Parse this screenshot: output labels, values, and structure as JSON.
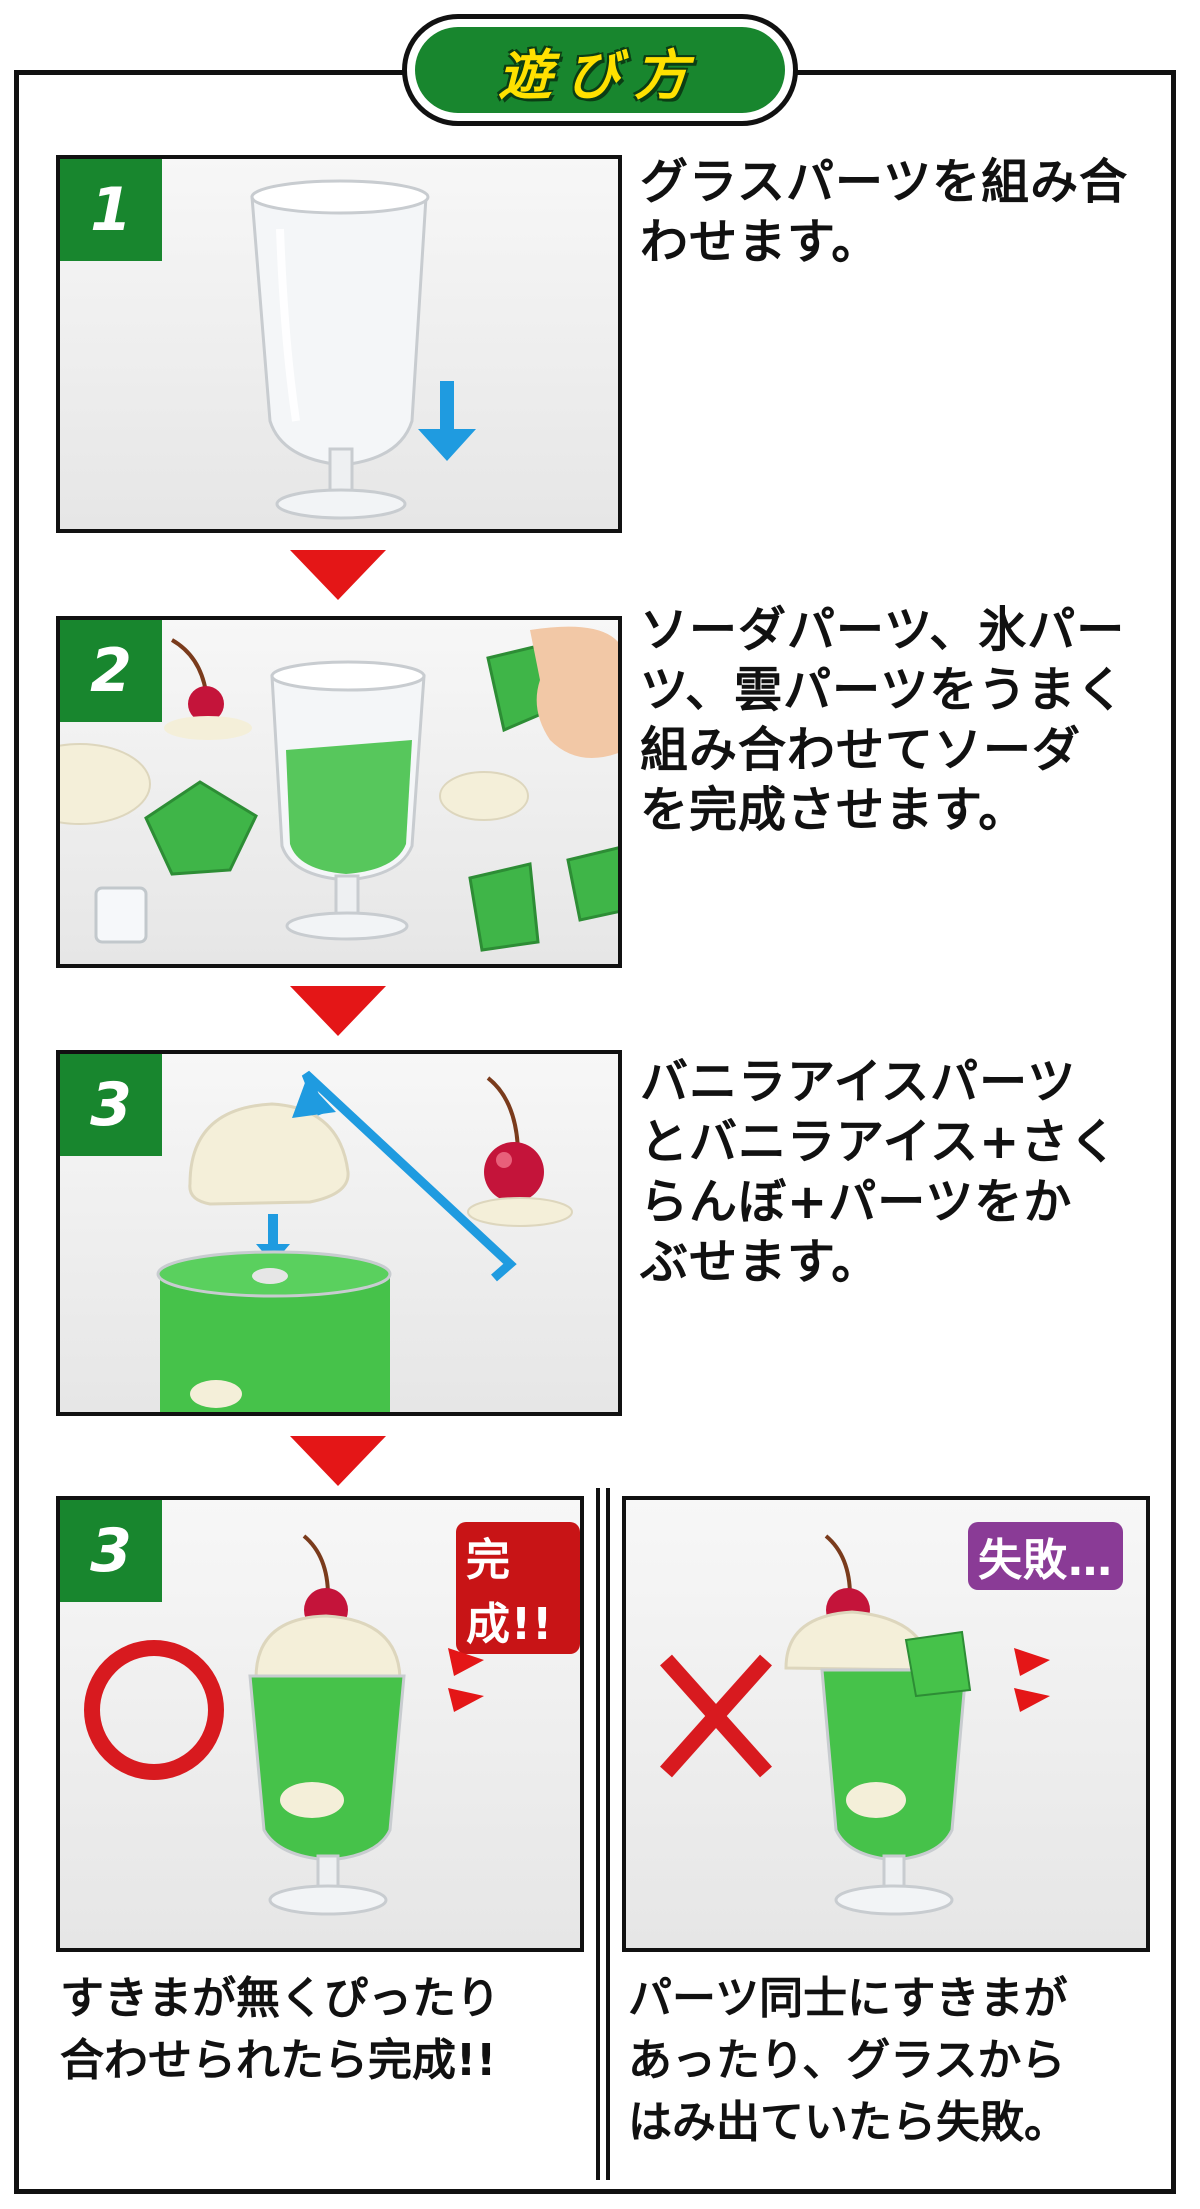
{
  "header": {
    "title": "遊び方"
  },
  "steps": [
    {
      "number": "1",
      "text": "グラスパーツを組み合\nわせます。"
    },
    {
      "number": "2",
      "text": "ソーダパーツ、氷パー\nツ、雲パーツをうまく\n組み合わせてソーダ\nを完成させます。"
    },
    {
      "number": "3",
      "text": "バニラアイスパーツ\nとバニラアイス+さく\nらんぼ+パーツをか\nぶせます。"
    }
  ],
  "result": {
    "number": "3",
    "success": {
      "tag": "完成!!",
      "caption": "すきまが無くぴったり\n合わせられたら完成!!"
    },
    "failure": {
      "tag": "失敗…",
      "caption": "パーツ同士にすきまが\nあったり、グラスから\nはみ出ていたら失敗。"
    }
  },
  "colors": {
    "green": "#18862e",
    "yellow": "#ffe100",
    "red": "#e41617",
    "blue": "#1f9be0",
    "soda": "#46c24a"
  }
}
